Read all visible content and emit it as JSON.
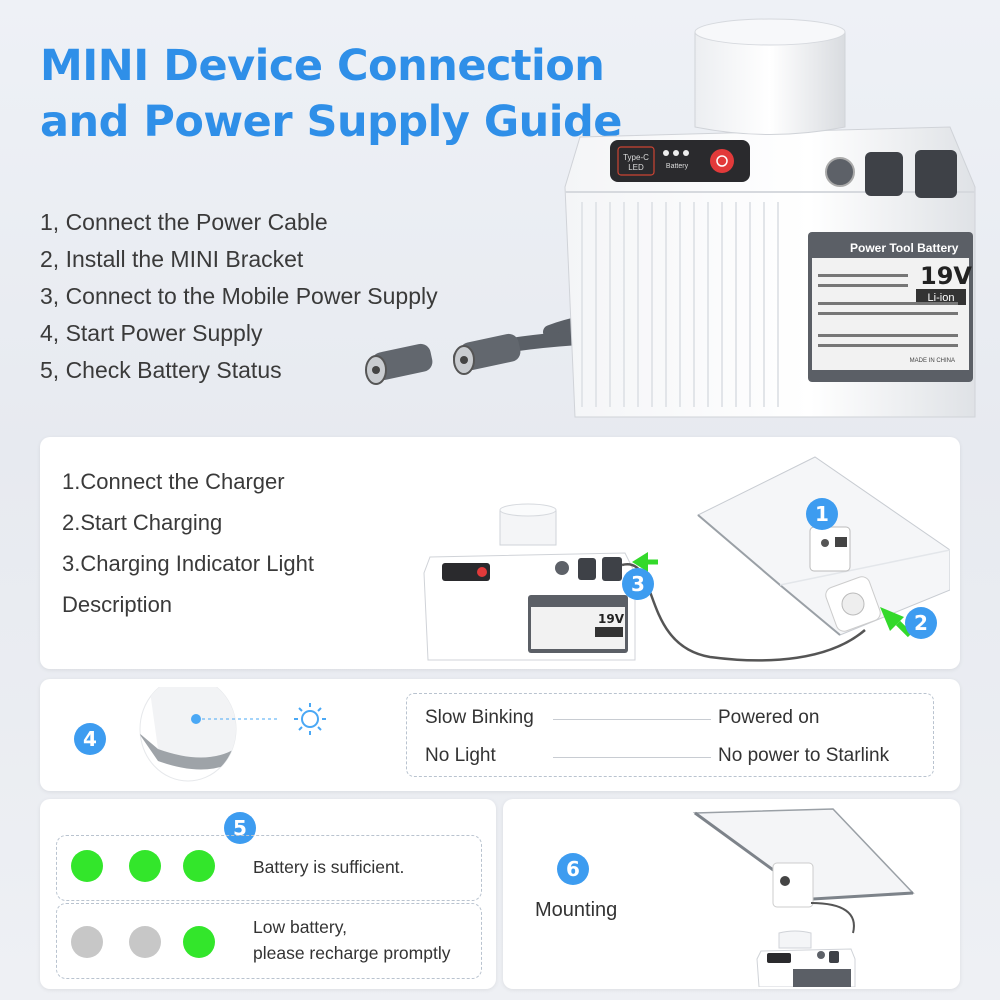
{
  "title_line1": "MINI Device Connection",
  "title_line2": "and Power Supply Guide",
  "steps": [
    "1, Connect the Power Cable",
    "2, Install the MINI Bracket",
    "3, Connect to the Mobile Power Supply",
    "4, Start Power Supply",
    "5, Check Battery Status"
  ],
  "device": {
    "panel_type_c": "Type-C",
    "panel_led": "LED",
    "panel_battery": "Battery",
    "label_title": "Power Tool Battery",
    "voltage": "19V",
    "chemistry": "Li-ion",
    "made_in": "MADE IN CHINA"
  },
  "charging": {
    "steps": [
      "1.Connect the Charger",
      "2.Start Charging",
      "3.Charging Indicator Light",
      "Description"
    ],
    "callouts": [
      "1",
      "2",
      "3"
    ]
  },
  "indicator": {
    "number": "4",
    "rows": [
      {
        "state": "Slow Binking",
        "meaning": "Powered on"
      },
      {
        "state": "No Light",
        "meaning": "No power to Starlink"
      }
    ]
  },
  "battery_status": {
    "number": "5",
    "rows": [
      {
        "dots": [
          "green",
          "green",
          "green"
        ],
        "text": "Battery is sufficient."
      },
      {
        "dots": [
          "gray",
          "gray",
          "green"
        ],
        "text_line1": "Low battery,",
        "text_line2": "please recharge promptly"
      }
    ],
    "colors": {
      "green": "#33e62b",
      "gray": "#c7c7c7"
    }
  },
  "mounting": {
    "number": "6",
    "label": "Mounting"
  },
  "accent_color": "#2f8fe8"
}
